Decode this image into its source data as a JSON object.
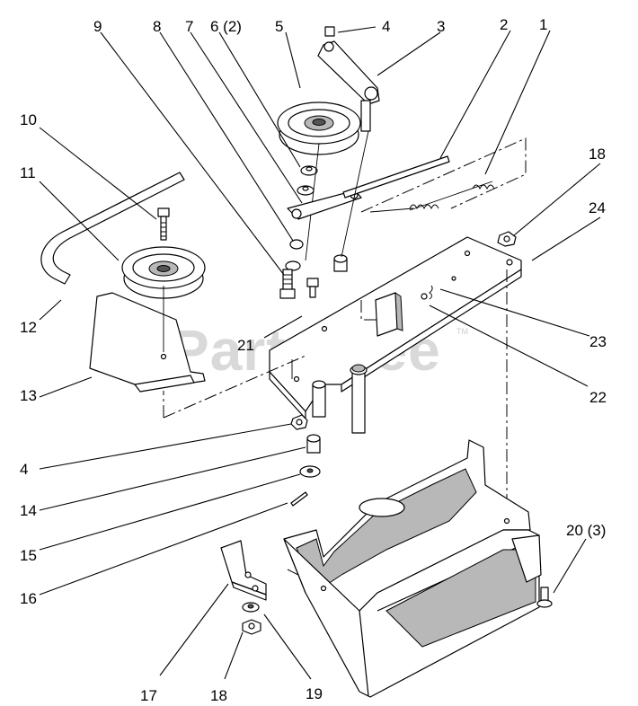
{
  "watermark": {
    "text": "PartsTree",
    "tm": "TM"
  },
  "callouts": {
    "c1": "1",
    "c2": "2",
    "c3": "3",
    "c4_top": "4",
    "c5": "5",
    "c6": "6 (2)",
    "c7": "7",
    "c8": "8",
    "c9": "9",
    "c10": "10",
    "c11": "11",
    "c12": "12",
    "c13": "13",
    "c18_top": "18",
    "c24": "24",
    "c21": "21",
    "c23": "23",
    "c22": "22",
    "c4_bottom": "4",
    "c14": "14",
    "c15": "15",
    "c16": "16",
    "c20": "20 (3)",
    "c17": "17",
    "c18_bottom": "18",
    "c19": "19"
  }
}
